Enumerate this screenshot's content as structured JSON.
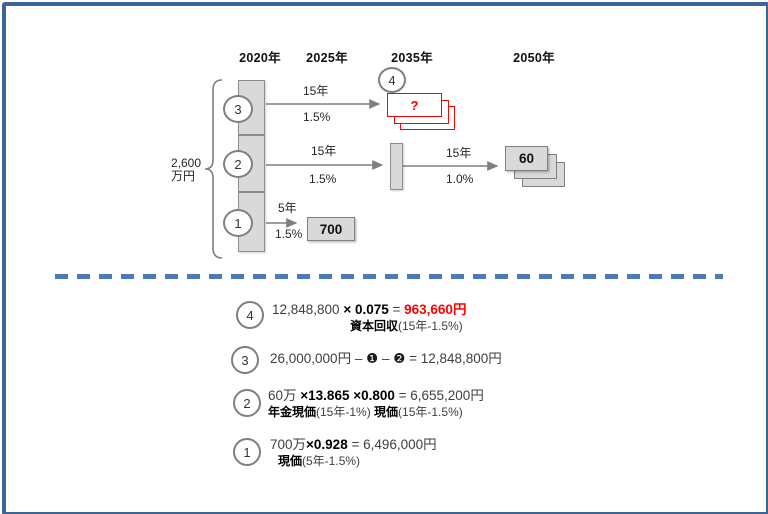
{
  "timeline": {
    "years": [
      "2020年",
      "2025年",
      "2035年",
      "2050年"
    ],
    "total_amount": {
      "line1": "2,600",
      "line2": "万円"
    },
    "circle3": "3",
    "circle2": "2",
    "circle1": "1",
    "circle4": "4",
    "arrow3": {
      "period": "15年",
      "rate": "1.5%"
    },
    "arrow2": {
      "period": "15年",
      "rate": "1.5%"
    },
    "arrow2b": {
      "period": "15年",
      "rate": "1.0%"
    },
    "arrow1": {
      "period": "5年",
      "rate": "1.5%"
    },
    "unknown_card": "?",
    "box_700": "700",
    "card_60": "60"
  },
  "calculations": {
    "row4": {
      "num": "4",
      "p1": "12,848,800 ",
      "p2": "× 0.075 ",
      "p3": "= ",
      "p4": "963,660円",
      "sub1": "資本回収",
      "sub2": "(15年-1.5%)"
    },
    "row3": {
      "num": "3",
      "p1": "26,000,000円 – ",
      "p2": "❶",
      "p3": " – ",
      "p4": "❷",
      "p5": " = 12,848,800円"
    },
    "row2": {
      "num": "2",
      "p1": "60万 ",
      "p2": "×13.865 ×0.800",
      "p3": " = 6,655,200円",
      "sub1": "年金現価",
      "sub2": "(15年-1%) ",
      "sub3": "現価",
      "sub4": "(15年-1.5%)"
    },
    "row1": {
      "num": "1",
      "p1": "700万",
      "p2": "×0.928",
      "p3": " = 6,496,000円",
      "sub1": "現価",
      "sub2": "(5年-1.5%)"
    }
  },
  "colors": {
    "frame_blue": "#3c6595",
    "divider_blue": "#4a7ab8",
    "alert_red": "#ff0000",
    "shape_fill_gray": "#d9d9d9",
    "line_gray": "#7f7f7f"
  }
}
